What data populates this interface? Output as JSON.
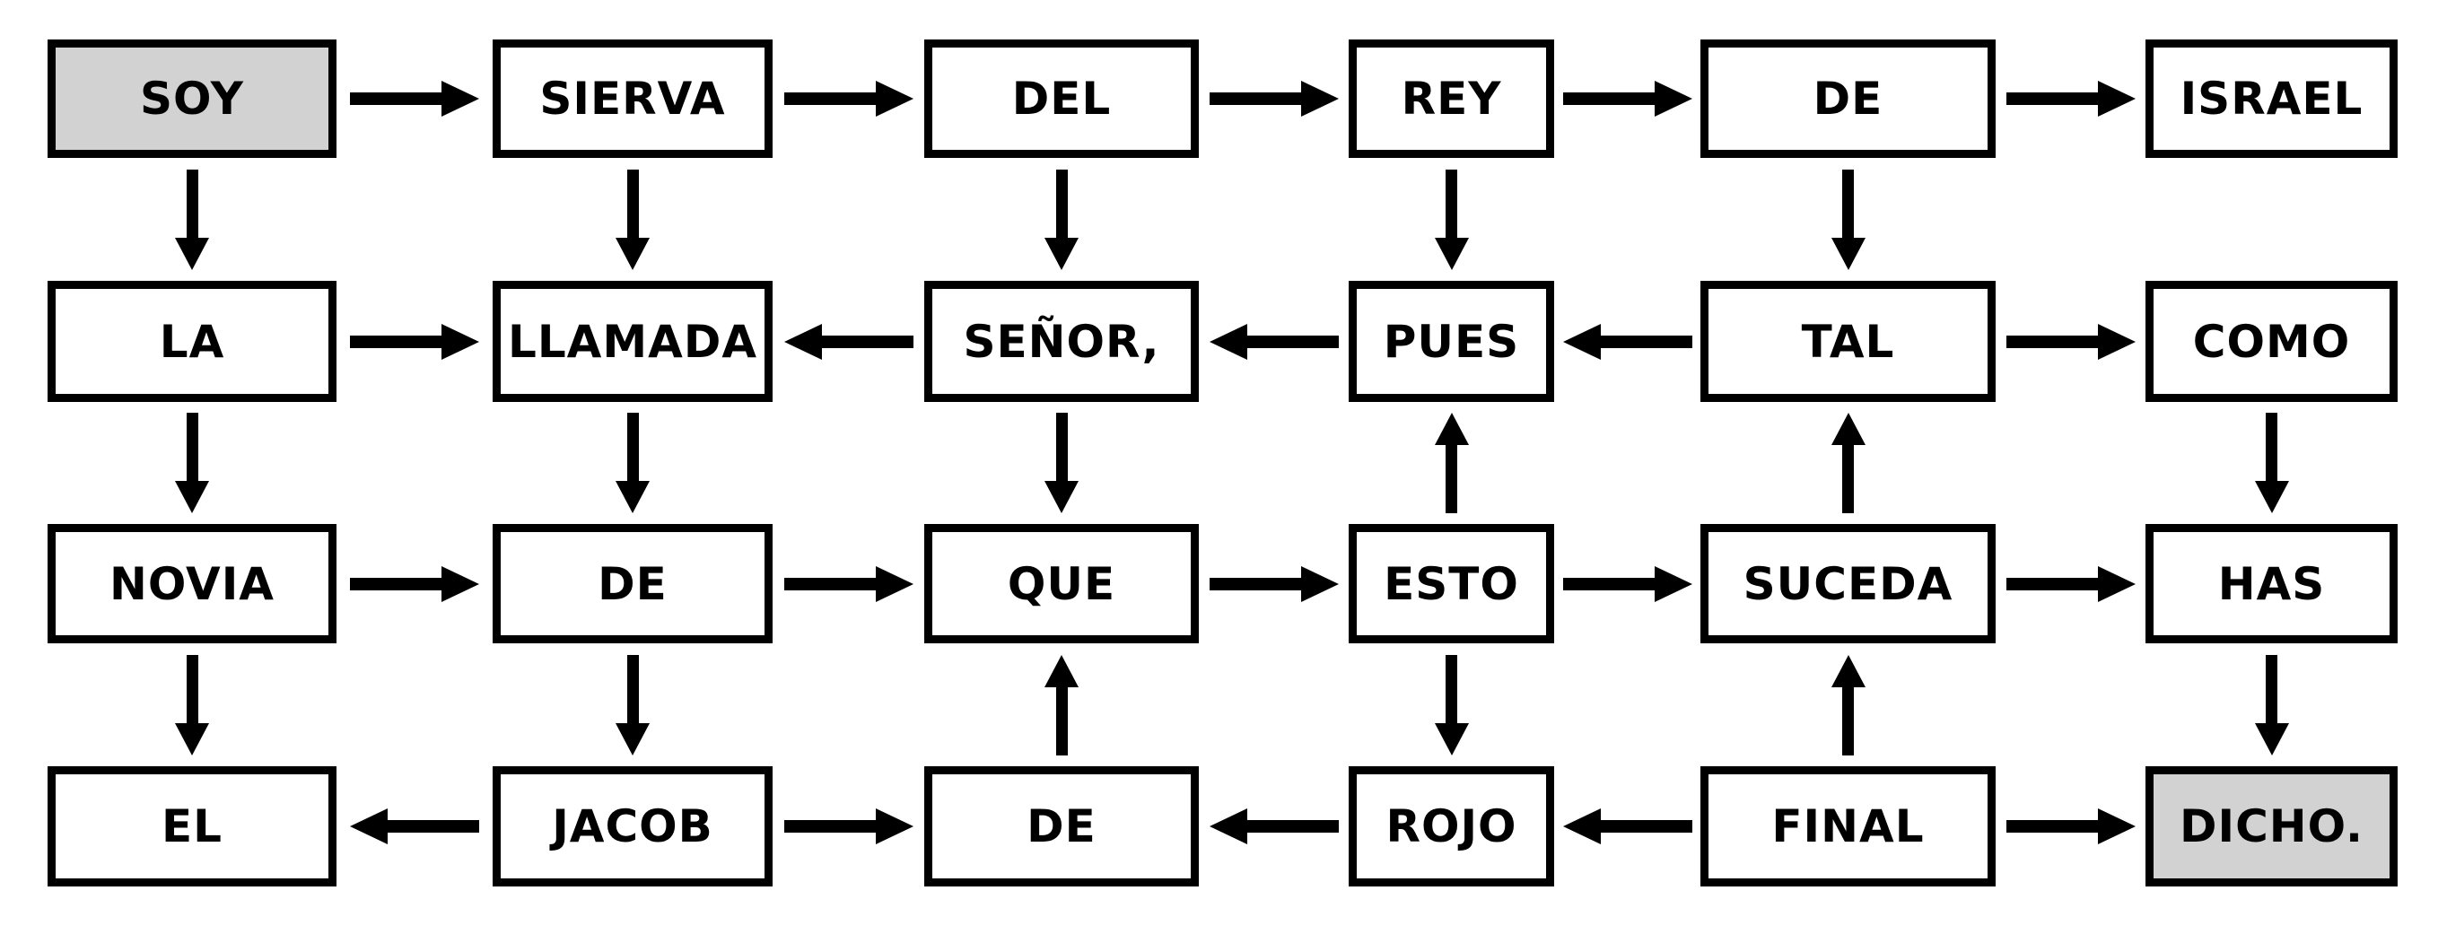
{
  "colors": {
    "background": "#ffffff",
    "box_border": "#000000",
    "box_fill": "#ffffff",
    "shaded_fill": "#d2d2d2",
    "arrow": "#000000",
    "text": "#000000"
  },
  "boxes": {
    "rows": [
      [
        {
          "word": "SOY",
          "shaded": true
        },
        {
          "word": "SIERVA",
          "shaded": false
        },
        {
          "word": "DEL",
          "shaded": false
        },
        {
          "word": "REY",
          "shaded": false
        },
        {
          "word": "DE",
          "shaded": false
        },
        {
          "word": "ISRAEL",
          "shaded": false
        }
      ],
      [
        {
          "word": "LA",
          "shaded": false
        },
        {
          "word": "LLAMADA",
          "shaded": false
        },
        {
          "word": "SEÑOR,",
          "shaded": false
        },
        {
          "word": "PUES",
          "shaded": false
        },
        {
          "word": "TAL",
          "shaded": false
        },
        {
          "word": "COMO",
          "shaded": false
        }
      ],
      [
        {
          "word": "NOVIA",
          "shaded": false
        },
        {
          "word": "DE",
          "shaded": false
        },
        {
          "word": "QUE",
          "shaded": false
        },
        {
          "word": "ESTO",
          "shaded": false
        },
        {
          "word": "SUCEDA",
          "shaded": false
        },
        {
          "word": "HAS",
          "shaded": false
        }
      ],
      [
        {
          "word": "EL",
          "shaded": false
        },
        {
          "word": "JACOB",
          "shaded": false
        },
        {
          "word": "DE",
          "shaded": false
        },
        {
          "word": "ROJO",
          "shaded": false
        },
        {
          "word": "FINAL",
          "shaded": false
        },
        {
          "word": "DICHO.",
          "shaded": true
        }
      ]
    ]
  },
  "arrows": {
    "horizontal": [
      [
        "right",
        "right",
        "right",
        "right",
        "right"
      ],
      [
        "right",
        "left",
        "left",
        "left",
        "right"
      ],
      [
        "right",
        "right",
        "right",
        "right",
        "right"
      ],
      [
        "left",
        "right",
        "left",
        "left",
        "right"
      ]
    ],
    "vertical": [
      [
        "down",
        "down",
        "down",
        "down",
        "down",
        "none"
      ],
      [
        "down",
        "down",
        "down",
        "up",
        "up",
        "down"
      ],
      [
        "down",
        "down",
        "up",
        "down",
        "up",
        "down"
      ]
    ]
  }
}
